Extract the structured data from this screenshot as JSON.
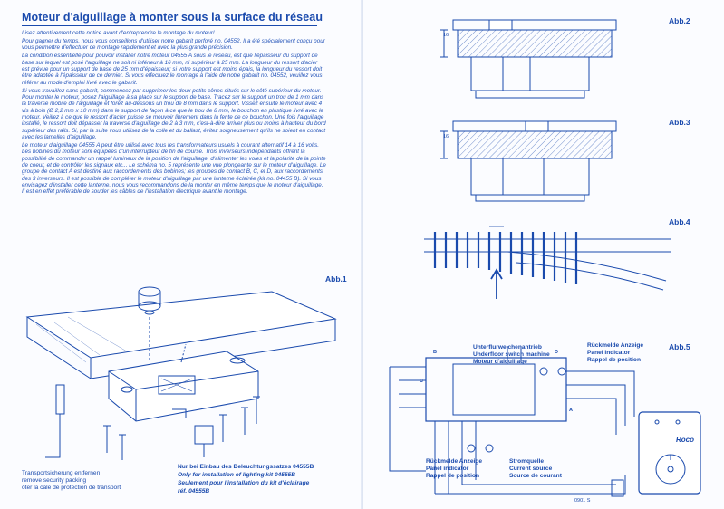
{
  "title": "Moteur d'aiguillage à monter sous la surface du réseau",
  "paragraphs": [
    "Lisez attentivement cette notice avant d'entreprendre le montage du moteur!",
    "Pour gagner du temps, nous vous conseillons d'utiliser notre gabarit perforé no. 04552. Il a été spécialement conçu pour vous permettre d'effectuer ce montage rapidement et avec la plus grande précision.",
    "La condition essentielle pour pouvoir installer notre moteur 04555 A sous le réseau, est que l'épaisseur du support de base sur lequel est posé l'aiguillage ne soit ni inférieur à 16 mm, ni supérieur à 25 mm. La longueur du ressort d'acier est prévue pour un support de base de 25 mm d'épaisseur; si votre support est moins épais, la longueur du ressort doit être adaptée à l'épaisseur de ce dernier. Si vous effectuez le montage à l'aide de notre gabarit no. 04552, veuillez vous référer au mode d'emploi livré avec le gabarit.",
    "Si vous travaillez sans gabarit, commencez par supprimer les deux petits cônes situés sur le côté supérieur du moteur. Pour monter le moteur, posez l'aiguillage à sa place sur le support de base. Tracez sur le support un trou de 1 mm dans la traverse mobile de l'aiguillage et forez au-dessous un trou de 8 mm dans le support. Vissez ensuite le moteur avec 4 vis à bois (Ø 2,2 mm x 10 mm) dans le support de façon à ce que le trou de 8 mm, le bouchon en plastique livré avec le moteur. Veillez à ce que le ressort d'acier puisse se mouvoir librement dans la fente de ce bouchon. Une fois l'aiguillage installé, le ressort doit dépasser la traverse d'aiguillage de 2 à 3 mm, c'est-à-dire arriver plus ou moins à hauteur du bord supérieur des rails. Si, par la suite vous utilisez de la colle et du ballast, évitez soigneusement qu'ils ne soient en contact avec les lamelles d'aiguillage.",
    "Le moteur d'aiguillage 04555 A peut être utilisé avec tous les transformateurs usuels à courant alternatif 14 à 16 volts. Les bobines du moteur sont équipées d'un interrupteur de fin de course. Trois inverseurs indépendants offrent la possibilité de commander un rappel lumineux de la position de l'aiguillage, d'alimenter les voies et la polarité de la pointe de coeur, et de contrôler les signaux etc... Le schéma no. 5 représente une vue plongeante sur le moteur d'aiguillage. Le groupe de contact A est destiné aux raccordements des bobines; les groupes de contact B, C, et D, aux raccordements des 3 inverseurs. Il est possible de compléter le moteur d'aiguillage par une lanterne éclairée (kit no. 04455 B). Si vous envisagez d'installer cette lanterne, nous vous recommandons de la monter en même temps que le moteur d'aiguillage. Il est en effet préférable de souder les câbles de l'installation électrique avant le montage."
  ],
  "abb1": {
    "label": "Abb.1",
    "transport": [
      "Transportsicherung entfernen",
      "remove security packing",
      "ôter la cale de protection de transport"
    ],
    "lighting": [
      "Nur bei Einbau des Beleuchtungssatzes 04555B",
      "Only for installation of lighting kit 04555B",
      "Seulement pour l'installation du kit d'éclairage",
      "réf. 04555B"
    ]
  },
  "abb2": {
    "label": "Abb.2",
    "dim": "16"
  },
  "abb3": {
    "label": "Abb.3",
    "dim": "16"
  },
  "abb4": {
    "label": "Abb.4"
  },
  "abb5": {
    "label": "Abb.5",
    "motor": [
      "Unterflurweichenantrieb",
      "Underfloor switch machine",
      "Moteur d'aiguillage"
    ],
    "panel_top": [
      "Rückmelde Anzeige",
      "Panel indicator",
      "Rappel de position"
    ],
    "panel_bottom": [
      "Rückmelde Anzeige",
      "Panel indicator",
      "Rappel de position"
    ],
    "source": [
      "Stromquelle",
      "Current source",
      "Source de courant"
    ],
    "contacts": [
      "B",
      "C",
      "D",
      "A"
    ],
    "part": "0901 S",
    "brand": "Roco"
  },
  "colors": {
    "ink": "#1a4aad",
    "paper": "#fbfcff"
  }
}
